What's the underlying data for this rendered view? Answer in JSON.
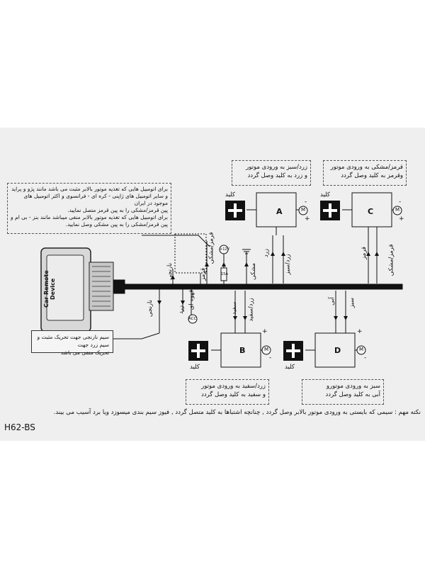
{
  "device": {
    "title": "Car Remote Device"
  },
  "info_box": {
    "line1": "برای اتومبیل هایی که تغذیه موتور بالابر مثبت می باشد مانند پژو و پراید و سایر اتومبیل های ژاپنی - کره ای - فرانسوی و اکثر اتومبیل های موجود در ایران",
    "line2": "پین قرمز/مشکی را به پین قرمز متصل نمایید.",
    "line3": "برای اتومبیل هایی که تغذیه موتور بالابر منفی میباشد مانند بنز - بی ام و",
    "line4": "پین قرمز/مشکی را به پین مشکی وصل نمایید."
  },
  "note_A": {
    "line1": "زرد/سبز به ورودی موتور",
    "line2": "و زرد به کلید وصل گردد"
  },
  "note_C": {
    "line1": "قرمز/مشکی به ورودی موتور",
    "line2": "وقرمز به کلید وصل گردد"
  },
  "note_B": {
    "line1": "زرد/سفید به ورودی موتور",
    "line2": "و سفید به کلید وصل گردد"
  },
  "note_D": {
    "line1": "سبز به ورودی موتورو",
    "line2": "آبی به کلید وصل گردد"
  },
  "bottom_left_note": {
    "line1": "سیم نارنجی جهت تحریک مثبت و سیم زرد جهت",
    "line2": "تحریک منفی می باشد"
  },
  "modules": {
    "a": "A",
    "b": "B",
    "c": "C",
    "d": "D"
  },
  "key_label": "کلید",
  "motor_symbol": "M",
  "plus_sign": "+",
  "minus_sign": "-",
  "wire_labels": {
    "orange1": "نارنجی",
    "orange2": "نارنجی",
    "yellow": "زرد",
    "blue_brown": "قهوه ای",
    "acc": "ACC",
    "red_black": "قرمز/مشکی",
    "red": "قرمز",
    "plus12": "+12V",
    "black": "مشکی",
    "fuse": "15A",
    "yellow_a": "زرد",
    "yellow_green": "زرد/سبز",
    "white": "سفید",
    "yellow_white": "زرد/سفید",
    "blue": "آبی",
    "green": "سبز",
    "red_c": "قرمز",
    "red_black_c": "قرمز/مشکی"
  },
  "footer_note": "نکته مهم : سیمی که بایستی به ورودی موتور بالابر وصل گردد , چنانچه اشتباها به کلید متصل گردد , فیوز سیم بندی میسوزد ویا برد آسیب می بیند.",
  "model_code": "H62-BS"
}
